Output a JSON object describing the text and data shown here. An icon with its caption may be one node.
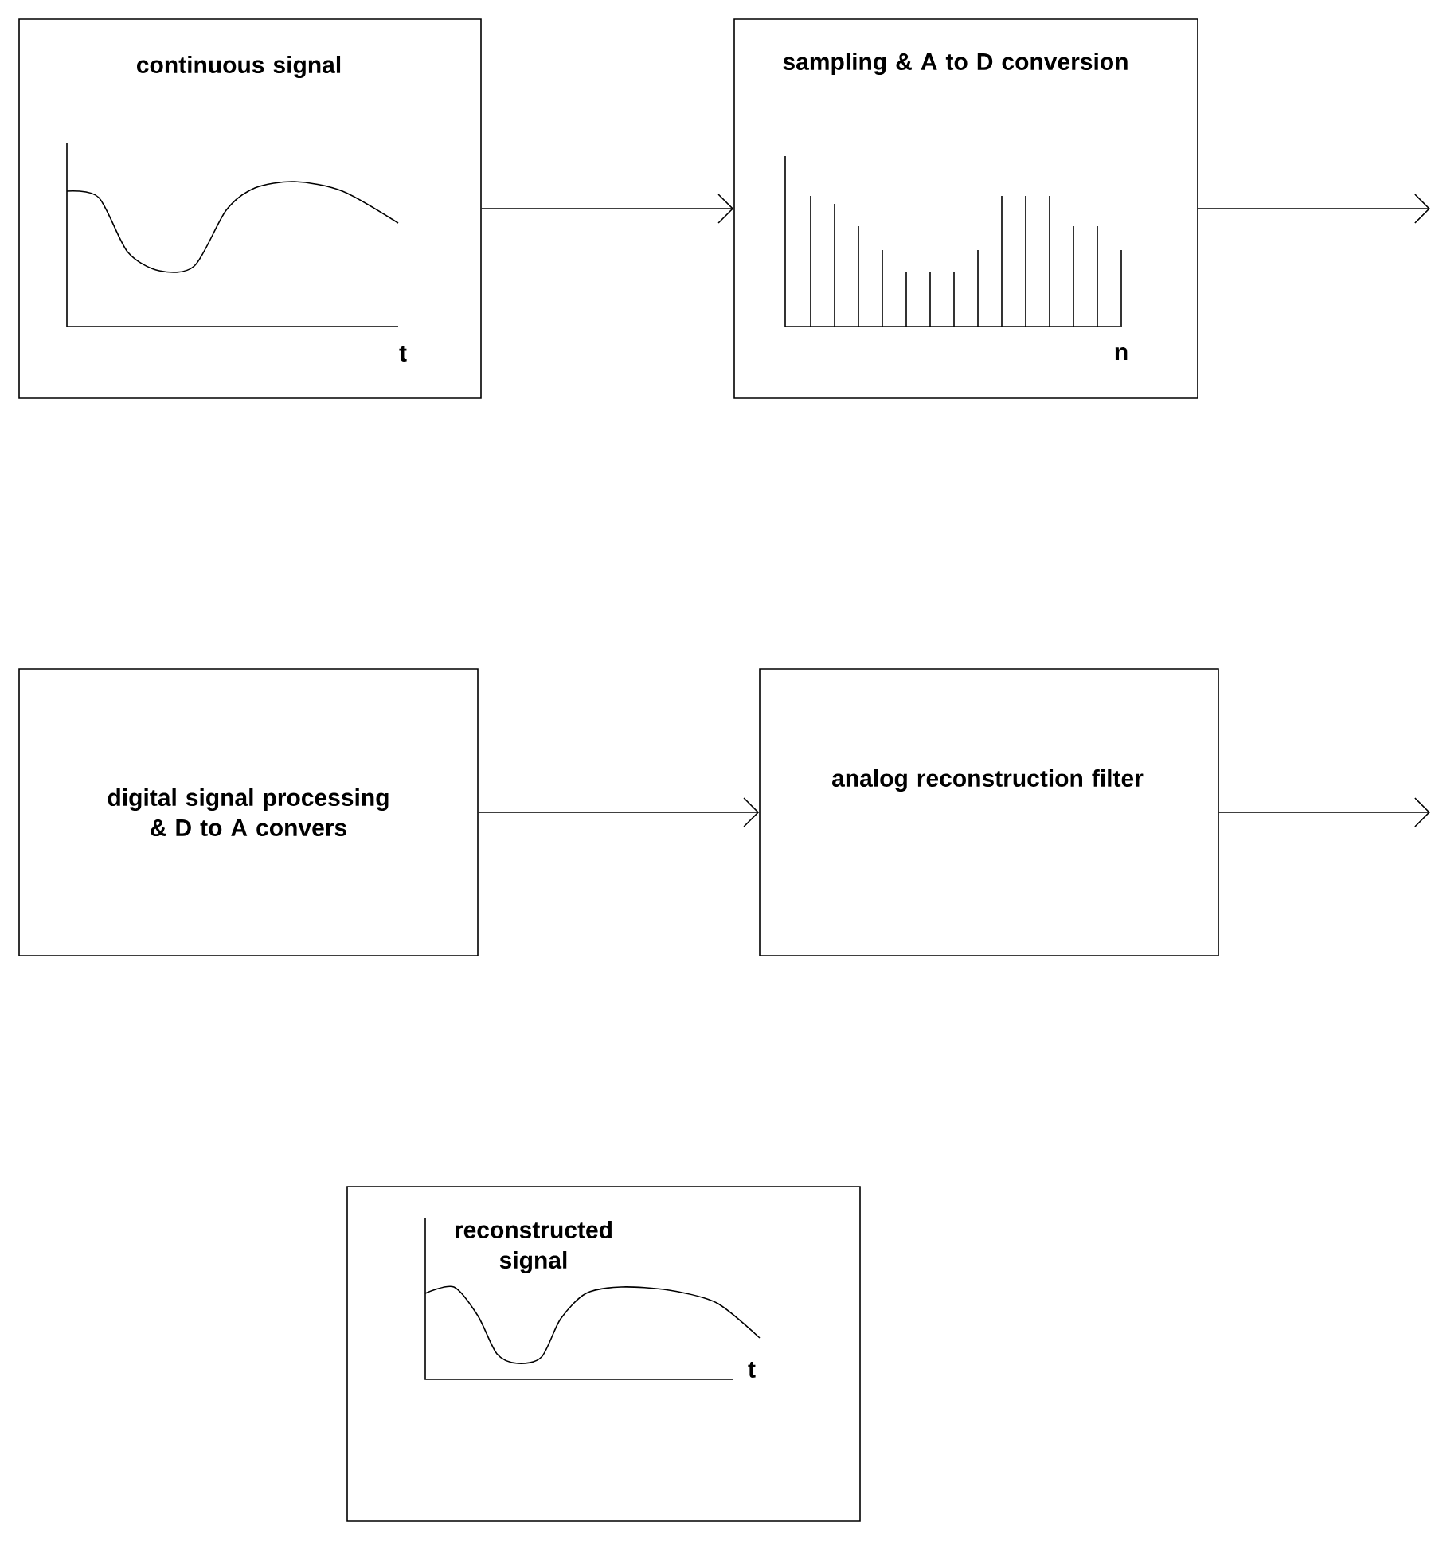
{
  "diagram": {
    "nodes": [
      {
        "text": [
          "continuous signal",
          "t"
        ]
      },
      {
        "text": [
          "sampling & A to D conversion",
          "n"
        ]
      },
      {
        "text": [
          "digital signal processing & D to A convers"
        ]
      },
      {
        "text": [
          "analog reconstruction filter"
        ]
      },
      {
        "text": [
          "reconstructed signal",
          "t"
        ]
      }
    ],
    "edges": [
      {
        "from": 0,
        "to": 1,
        "arrow": "to"
      },
      {
        "from": 1,
        "to": null,
        "arrow": "to"
      },
      {
        "from": 2,
        "to": 3,
        "arrow": "to"
      },
      {
        "from": 3,
        "to": null,
        "arrow": "to"
      }
    ]
  }
}
